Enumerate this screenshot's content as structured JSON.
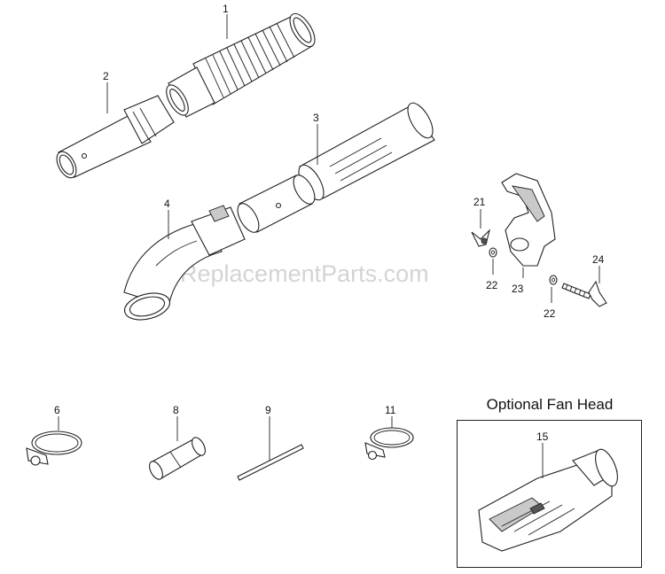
{
  "diagram": {
    "watermark": "eReplacementParts.com",
    "optional_section": {
      "title": "Optional Fan Head"
    },
    "parts": [
      {
        "id": "part-1",
        "number": "1"
      },
      {
        "id": "part-2",
        "number": "2"
      },
      {
        "id": "part-3",
        "number": "3"
      },
      {
        "id": "part-4",
        "number": "4"
      },
      {
        "id": "part-21",
        "number": "21"
      },
      {
        "id": "part-22a",
        "number": "22"
      },
      {
        "id": "part-23",
        "number": "23"
      },
      {
        "id": "part-22b",
        "number": "22"
      },
      {
        "id": "part-24",
        "number": "24"
      },
      {
        "id": "part-6",
        "number": "6"
      },
      {
        "id": "part-8",
        "number": "8"
      },
      {
        "id": "part-9",
        "number": "9"
      },
      {
        "id": "part-11",
        "number": "11"
      },
      {
        "id": "part-15",
        "number": "15"
      }
    ]
  }
}
